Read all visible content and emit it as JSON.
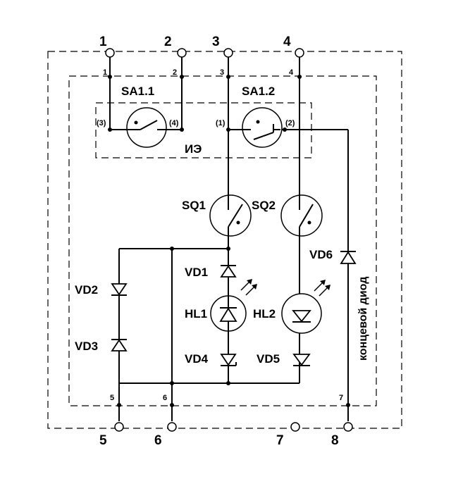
{
  "terminals_top": [
    "1",
    "2",
    "3",
    "4"
  ],
  "terminals_bottom": [
    "5",
    "6",
    "7",
    "8"
  ],
  "inner_pins_top": [
    "1",
    "2",
    "3",
    "4"
  ],
  "inner_pins_bottom": [
    "5",
    "6",
    "7"
  ],
  "switch_labels": {
    "sa1_1": "SA1.1",
    "sa1_2": "SA1.2"
  },
  "switch_pins": {
    "p3": "(3)",
    "p4": "(4)",
    "p1": "(1)",
    "p2": "(2)"
  },
  "block_label": "ИЭ",
  "limit_switches": {
    "sq1": "SQ1",
    "sq2": "SQ2"
  },
  "diodes": {
    "vd1": "VD1",
    "vd2": "VD2",
    "vd3": "VD3",
    "vd4": "VD4",
    "vd5": "VD5",
    "vd6": "VD6"
  },
  "leds": {
    "hl1": "HL1",
    "hl2": "HL2"
  },
  "vertical_note": "концевой диод"
}
